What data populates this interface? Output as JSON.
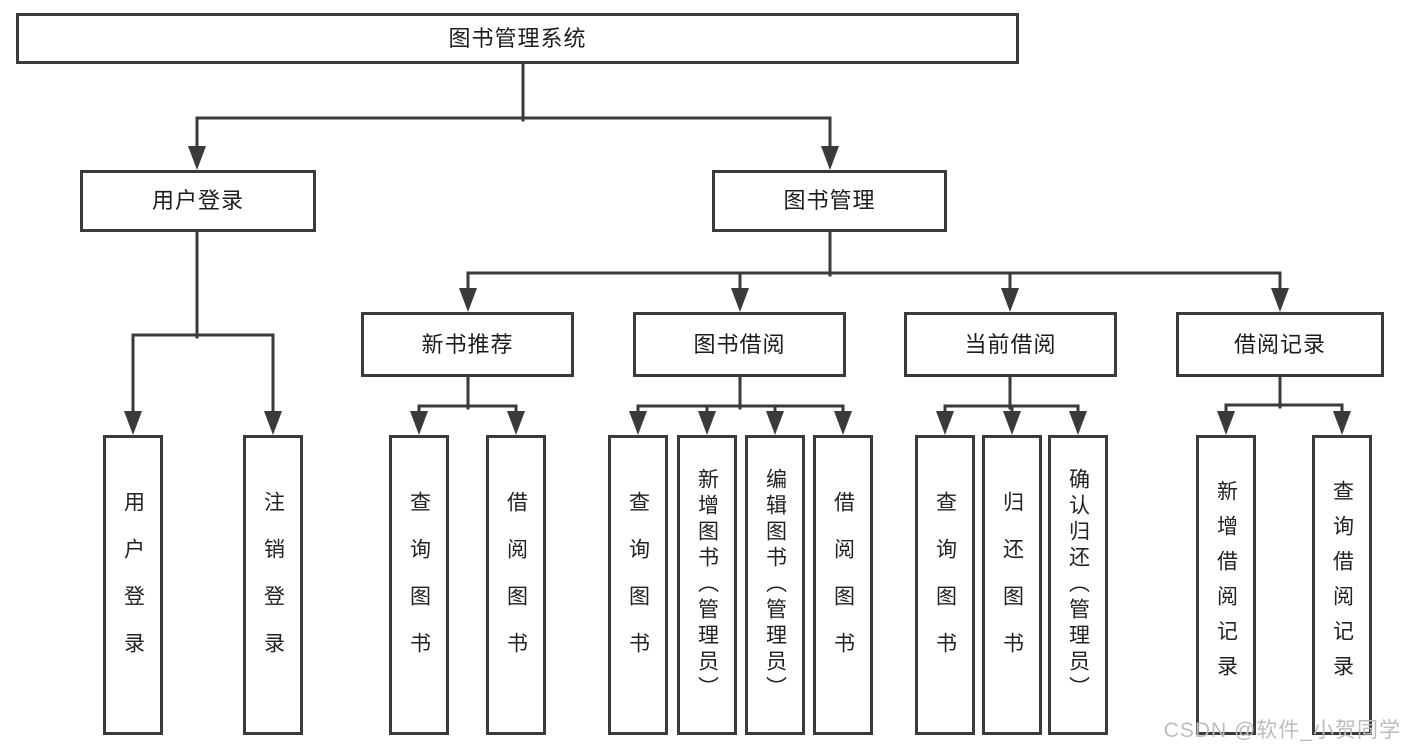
{
  "diagram": {
    "root": "图书管理系统",
    "level2": [
      "用户登录",
      "图书管理"
    ],
    "level3": [
      "新书推荐",
      "图书借阅",
      "当前借阅",
      "借阅记录"
    ],
    "leaves": {
      "user_login": [
        "用户登录",
        "注销登录"
      ],
      "new_books": [
        "查询图书",
        "借阅图书"
      ],
      "borrow": [
        "查询图书",
        "新增图书（管理员）",
        "编辑图书（管理员）",
        "借阅图书"
      ],
      "current": [
        "查询图书",
        "归还图书",
        "确认归还（管理员）"
      ],
      "records": [
        "新增借阅记录",
        "查询借阅记录"
      ]
    }
  },
  "watermark": {
    "text": "CSDN @软件_小贺同学"
  },
  "colors": {
    "line": "#3a3a3a",
    "box_border": "#3a3a3a",
    "text": "#1c1c1c",
    "watermark": "#bcbcbc",
    "background": "#ffffff"
  }
}
